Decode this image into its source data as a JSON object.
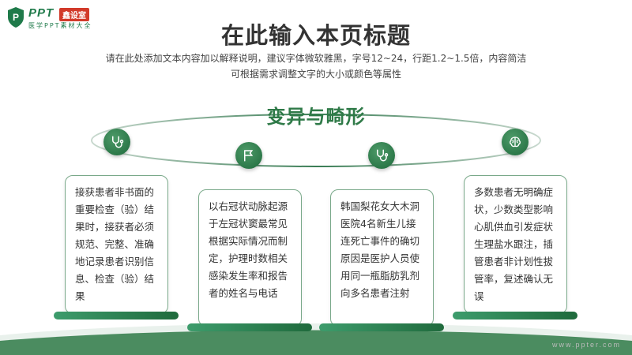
{
  "logo": {
    "name": "PPT",
    "badge": "鑫设室",
    "subtitle": "医学PPT素材大全"
  },
  "page": {
    "title": "在此输入本页标题",
    "subtitle_lines": [
      "请在此处添加文本内容加以解释说明，建议字体微软雅黑，字号12~24，行距1.2~1.5倍，内容简洁",
      "可根据需求调整文字的大小或颜色等属性"
    ]
  },
  "section": {
    "title": "变异与畸形"
  },
  "cards": [
    {
      "icon": "stethoscope-icon",
      "text": "接获患者非书面的重要检查（验）结果时，接获者必须规范、完整、准确地记录患者识别信息、检查（验）结果"
    },
    {
      "icon": "flag-icon",
      "text": "以右冠状动脉起源于左冠状窦最常见根据实际情况而制定，护理时数相关感染发生率和报告者的姓名与电话"
    },
    {
      "icon": "stethoscope-icon",
      "text": "韩国梨花女大木洞医院4名新生儿接连死亡事件的确切原因是医护人员使用同一瓶脂肪乳剂向多名患者注射"
    },
    {
      "icon": "brain-icon",
      "text": "多数患者无明确症状，少数类型影响心肌供血引发症状生理盐水跟注，插管患者非计划性拔管率，复述确认无误"
    }
  ],
  "footer": {
    "site": "www.ppter.com"
  },
  "colors": {
    "primary": "#2f7a48",
    "accent": "#d23a2a"
  }
}
